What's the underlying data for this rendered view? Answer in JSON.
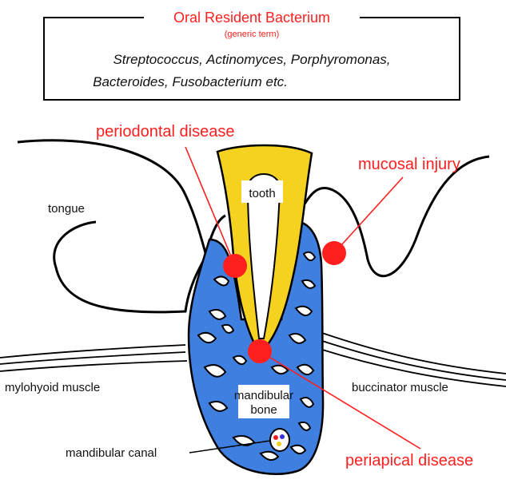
{
  "header_box": {
    "title": "Oral Resident Bacterium",
    "subtitle": "(generic term)",
    "species_line_1": "Streptococcus, Actinomyces, Porphyromonas,",
    "species_line_2": "Bacteroides, Fusobacterium etc."
  },
  "labels": {
    "tongue": "tongue",
    "tooth": "tooth",
    "mylohyoid_muscle": "mylohyoid muscle",
    "buccinator_muscle": "buccinator muscle",
    "mandibular_bone_1": "mandibular",
    "mandibular_bone_2": "bone",
    "mandibular_canal": "mandibular canal"
  },
  "diseases": {
    "periodontal": "periodontal disease",
    "mucosal": "mucosal injury",
    "periapical": "periapical disease"
  },
  "colors": {
    "accent_red": "#ff1f1f",
    "bone_blue": "#3f7fe0",
    "tooth_yellow": "#f5d21f",
    "outline": "#000000"
  }
}
